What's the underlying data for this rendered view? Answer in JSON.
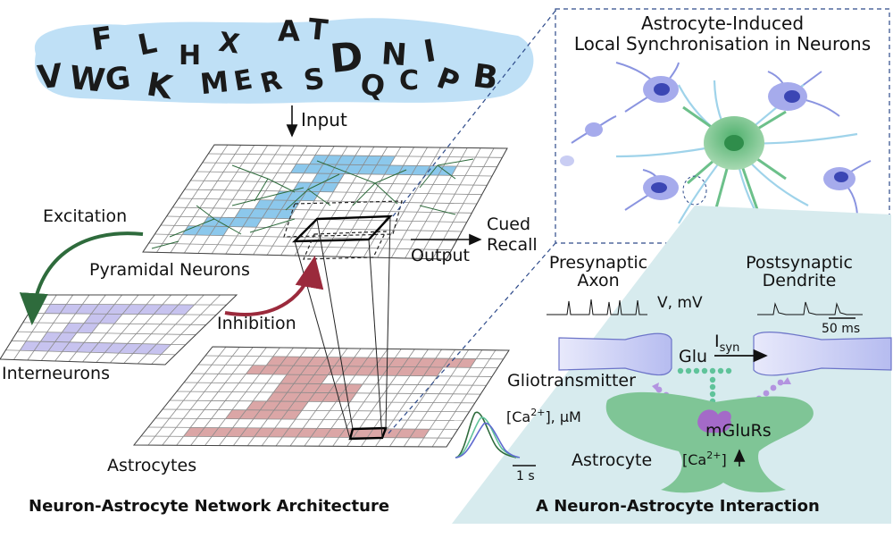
{
  "letters": {
    "top_row": [
      "F",
      "L",
      "H",
      "X",
      "A",
      "T",
      "N",
      "I"
    ],
    "bottom_row": [
      "V",
      "W",
      "G",
      "K",
      "M",
      "E",
      "R",
      "S",
      "D",
      "Q",
      "C",
      "P",
      "B"
    ]
  },
  "labels": {
    "input": "Input",
    "excitation": "Excitation",
    "pyramidal_neurons": "Pyramidal Neurons",
    "inhibition": "Inhibition",
    "interneurons": "Interneurons",
    "astrocytes": "Astrocytes",
    "output": "Output",
    "cued": "Cued",
    "recall": "Recall",
    "sync_title_line1": "Astrocyte-Induced",
    "sync_title_line2": "Local Synchronisation in Neurons",
    "presynaptic": "Presynaptic",
    "axon": "Axon",
    "postsynaptic": "Postsynaptic",
    "dendrite": "Dendrite",
    "v_mv": "V, mV",
    "ms50": "50 ms",
    "glu": "Glu",
    "isyn": "I",
    "isyn_sub": "syn",
    "gliotransmitter": "Gliotransmitter",
    "ca_um": "[Ca",
    "ca_um_sup": "2+",
    "ca_um_tail": "], μM",
    "mglurs": "mGluRs",
    "astrocyte": "Astrocyte",
    "ca_astro": "[Ca",
    "ca_astro_sup": "2+",
    "ca_astro_tail": "]",
    "one_s": "1 s"
  },
  "titles": {
    "left": "Neuron-Astrocyte Network Architecture",
    "right": "A Neuron-Astrocyte Interaction"
  },
  "colors": {
    "neuron_fill": "#8cc8ec",
    "interneuron_fill": "#c7c3ef",
    "astro_fill": "#dba6a6",
    "excitation": "#2e6b3c",
    "inhibition": "#9b2a3c",
    "green_cell": "#73c08b",
    "purple_neuron": "#7e86d6"
  }
}
